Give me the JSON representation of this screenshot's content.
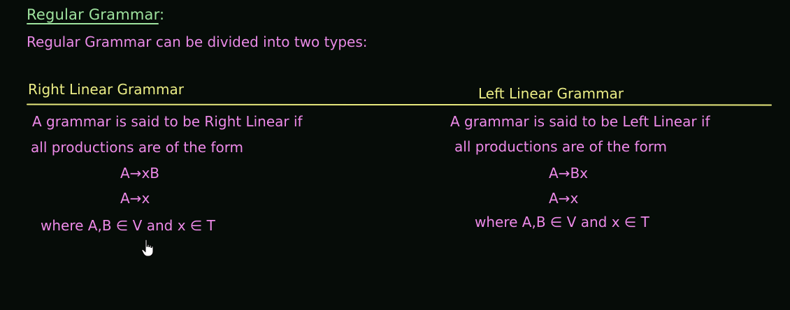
{
  "title": "Regular Grammar:",
  "subtitle": "Regular Grammar can be divided into two types:",
  "right_linear": {
    "heading": "Right Linear Grammar",
    "line1": "A grammar is said to be Right Linear if",
    "line2": "all productions are of the form",
    "prod1": "A→xB",
    "prod2": "A→x",
    "where": "where A,B ∈ V and x ∈ T"
  },
  "left_linear": {
    "heading": "Left Linear Grammar",
    "line1": "A grammar is said to be Left Linear if",
    "line2": "all productions are of the form",
    "prod1": "A→Bx",
    "prod2": "A→x",
    "where": "where A,B ∈ V and x ∈ T"
  },
  "colors": {
    "background": "#060c08",
    "title": "#9fe39f",
    "heading": "#ecee86",
    "body_text": "#ee8ae9"
  },
  "icons": {
    "cursor": "hand-pointer-icon"
  }
}
